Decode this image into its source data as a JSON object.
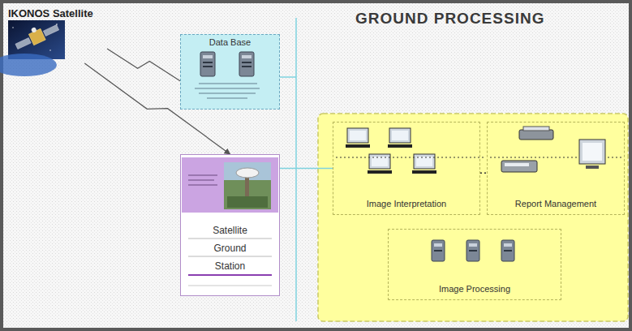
{
  "diagram": {
    "title": "GROUND PROCESSING",
    "nodes": [
      {
        "text": [
          "IKONOS Satellite"
        ]
      },
      {
        "text": [
          "Data Base"
        ]
      },
      {
        "text": [
          "Satellite Ground Station"
        ]
      },
      {
        "text": [
          "Image Interpretation"
        ]
      },
      {
        "text": [
          "Report Management"
        ]
      },
      {
        "text": [
          "Image Processing"
        ]
      }
    ],
    "edges": [
      {
        "from": 0,
        "to": 1,
        "arrow": "none"
      },
      {
        "from": 0,
        "to": 2,
        "arrow": "to"
      },
      {
        "from": 2,
        "to": 3,
        "arrow": "none"
      },
      {
        "from": 3,
        "to": 4,
        "arrow": "none"
      }
    ]
  }
}
